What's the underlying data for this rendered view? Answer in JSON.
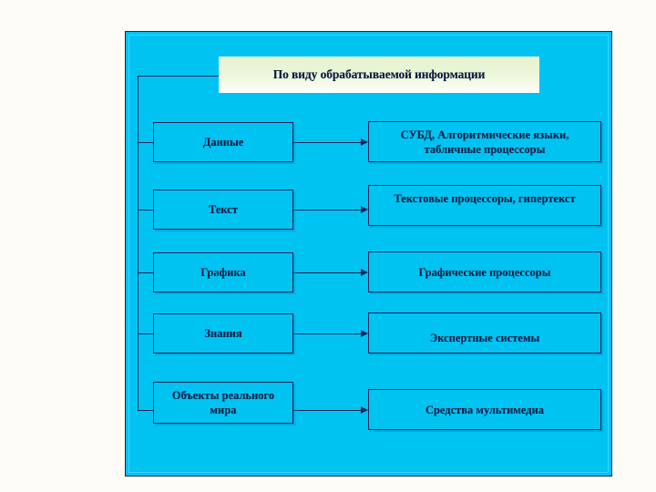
{
  "slide": {
    "title": "По виду обрабатываемой информации",
    "background_color": "#00c3f2",
    "panel_border_color": "#10275a",
    "title_gradient_from": "#e7f4cf",
    "title_gradient_to": "#ffffff",
    "text_color": "#101c42"
  },
  "left_column": [
    {
      "label": "Данные"
    },
    {
      "label": "Текст"
    },
    {
      "label": "Графика"
    },
    {
      "label": "Знания"
    },
    {
      "label": "Объекты реального\nмира"
    }
  ],
  "right_column": [
    {
      "label": "СУБД, Алгоритмические языки,\nтабличные процессоры"
    },
    {
      "label": "Текстовые процессоры, гипертекст"
    },
    {
      "label": "Графические процессоры"
    },
    {
      "label": "Экспертные системы"
    },
    {
      "label": "Средства мультимедиа"
    }
  ]
}
